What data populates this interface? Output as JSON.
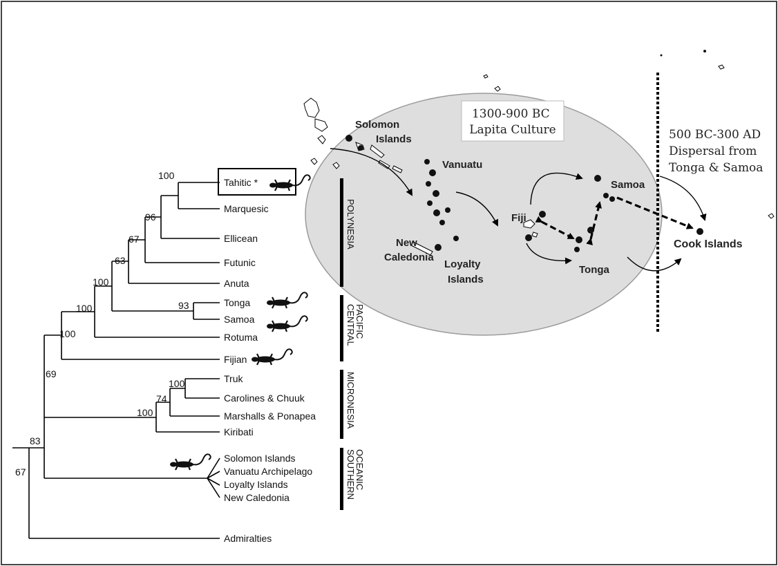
{
  "tree": {
    "leaves": {
      "tahitic": "Tahitic *",
      "marquesic": "Marquesic",
      "ellicean": "Ellicean",
      "futunic": "Futunic",
      "anuta": "Anuta",
      "tonga": "Tonga",
      "samoa": "Samoa",
      "rotuma": "Rotuma",
      "fijian": "Fijian",
      "truk": "Truk",
      "carolines": "Carolines & Chuuk",
      "marshalls": "Marshalls & Ponapea",
      "kiribati": "Kiribati",
      "solomon": "Solomon Islands",
      "vanuatu": "Vanuatu Archipelago",
      "loyalty": "Loyalty Islands",
      "newcaledonia": "New Caledonia",
      "admiralties": "Admiralties"
    },
    "support": {
      "tahitic_marquesic": "100",
      "ellicean": "96",
      "futunic": "67",
      "anuta": "63",
      "polynesia": "100",
      "tonga_samoa": "93",
      "rotuma": "100",
      "fijian": "100",
      "micronesia_core": "100",
      "carolines": "100",
      "marshalls": "74",
      "oceanic": "69",
      "southern": "83",
      "root": "67"
    },
    "groups": {
      "polynesia": "POLYNESIA",
      "central_pacific": [
        "CENTRAL",
        "PACIFIC"
      ],
      "micronesia": "MICRONESIA",
      "southern_oceanic": [
        "SOUTHERN",
        "OCEANIC"
      ]
    }
  },
  "map": {
    "labels": {
      "solomon": [
        "Solomon",
        "Islands"
      ],
      "vanuatu": "Vanuatu",
      "new_caledonia": [
        "New",
        "Caledonia"
      ],
      "loyalty": [
        "Loyalty",
        "Islands"
      ],
      "fiji": "Fiji",
      "samoa": "Samoa",
      "tonga": "Tonga",
      "cook": "Cook Islands"
    },
    "lapita_note": [
      "1300-900 BC",
      "Lapita Culture"
    ],
    "dispersal_note": [
      "500 BC-300 AD",
      "Dispersal from",
      "Tonga & Samoa"
    ]
  },
  "colors": {
    "ellipse_fill": "#dedede",
    "ellipse_stroke": "#9a9a9a",
    "frame": "#444444"
  },
  "icons": {
    "gecko": "gecko-icon"
  }
}
